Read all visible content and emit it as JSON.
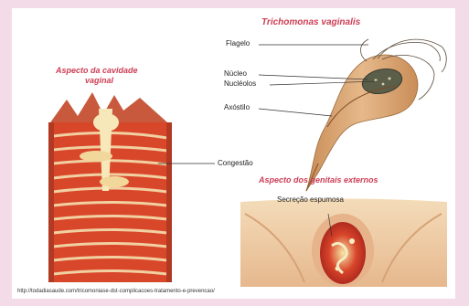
{
  "titles": {
    "trichomonas": "Trichomonas vaginalis",
    "cavity_line1": "Aspecto da cavidade",
    "cavity_line2": "vaginal",
    "external": "Aspecto dos genitais externos"
  },
  "labels": {
    "flagelo": "Flagelo",
    "nucleo": "Núcleo",
    "nucleolos": "Nucléolos",
    "axostilo": "Axóstilo",
    "congestao": "Congestão",
    "secrecao": "Secreção espumosa"
  },
  "source_url": "http://todadiasaude.com/tricomoniase-dst-complicacoes-tratamento-e-prevencao/",
  "colors": {
    "background": "#f3dbe8",
    "title_red": "#cc3d54",
    "tissue_red": "#d9472b",
    "tissue_pale": "#f4dfae"
  }
}
